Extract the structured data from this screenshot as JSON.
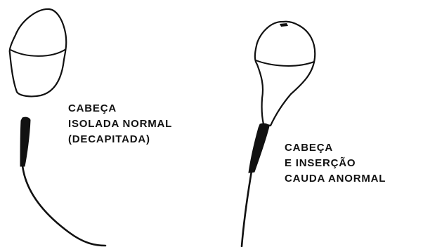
{
  "figure": {
    "left_specimen": {
      "caption_lines": [
        "CABEÇA",
        "ISOLADA NORMAL",
        "(DECAPITADA)"
      ]
    },
    "right_specimen": {
      "caption_lines": [
        "CABEÇA",
        "E INSERÇÃO",
        "CAUDA ANORMAL"
      ]
    }
  },
  "colors": {
    "ink": "#111111",
    "background": "#ffffff"
  }
}
